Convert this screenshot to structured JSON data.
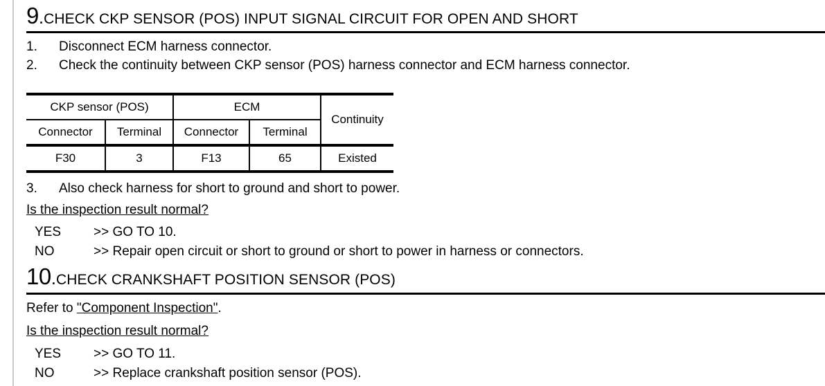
{
  "document": {
    "steps": [
      {
        "number": "9",
        "dot": ".",
        "title": "CHECK CKP SENSOR (POS) INPUT SIGNAL CIRCUIT FOR OPEN AND SHORT",
        "procedures": [
          {
            "num": "1.",
            "text": "Disconnect ECM harness connector."
          },
          {
            "num": "2.",
            "text": "Check the continuity between CKP sensor (POS) harness connector and ECM harness connector."
          }
        ],
        "table": {
          "group_headers": [
            "CKP sensor (POS)",
            "ECM"
          ],
          "span_header": "Continuity",
          "sub_headers": [
            "Connector",
            "Terminal",
            "Connector",
            "Terminal"
          ],
          "data_row": [
            "F30",
            "3",
            "F13",
            "65",
            "Existed"
          ]
        },
        "procedures_after": [
          {
            "num": "3.",
            "text": "Also check harness for short to ground and short to power."
          }
        ],
        "question": "Is the inspection result normal?",
        "answers": [
          {
            "key": "YES",
            "value": ">> GO TO 10."
          },
          {
            "key": "NO",
            "value": ">> Repair open circuit or short to ground or short to power in harness or connectors."
          }
        ]
      },
      {
        "number": "10",
        "dot": ".",
        "title": "CHECK CRANKSHAFT POSITION SENSOR (POS)",
        "refer": {
          "prefix": "Refer to ",
          "link": "\"Component Inspection\"",
          "suffix": "."
        },
        "question": "Is the inspection result normal?",
        "answers": [
          {
            "key": "YES",
            "value": ">> GO TO 11."
          },
          {
            "key": "NO",
            "value": ">> Replace crankshaft position sensor (POS)."
          }
        ]
      }
    ]
  }
}
